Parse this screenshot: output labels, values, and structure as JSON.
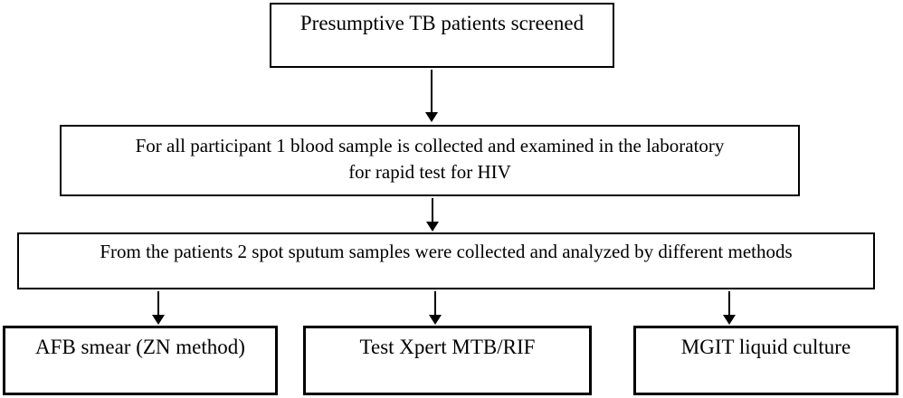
{
  "colors": {
    "background": "#ffffff",
    "box_border": "#000000",
    "text": "#000000",
    "arrow": "#000000"
  },
  "nodes": {
    "screened": {
      "text": "Presumptive TB patients screened"
    },
    "blood": {
      "line1": "For all participant 1 blood sample is collected and examined in the laboratory",
      "line2": "for rapid test for HIV"
    },
    "sputum": {
      "text": "From the patients 2 spot sputum samples were collected and analyzed by different methods"
    },
    "afb": {
      "text": "AFB smear (ZN method)"
    },
    "xpert": {
      "text": "Test Xpert MTB/RIF"
    },
    "mgit": {
      "text": "MGIT liquid culture"
    }
  },
  "edges": [
    {
      "from": "screened",
      "to": "blood"
    },
    {
      "from": "blood",
      "to": "sputum"
    },
    {
      "from": "sputum",
      "to": "afb"
    },
    {
      "from": "sputum",
      "to": "xpert"
    },
    {
      "from": "sputum",
      "to": "mgit"
    }
  ]
}
